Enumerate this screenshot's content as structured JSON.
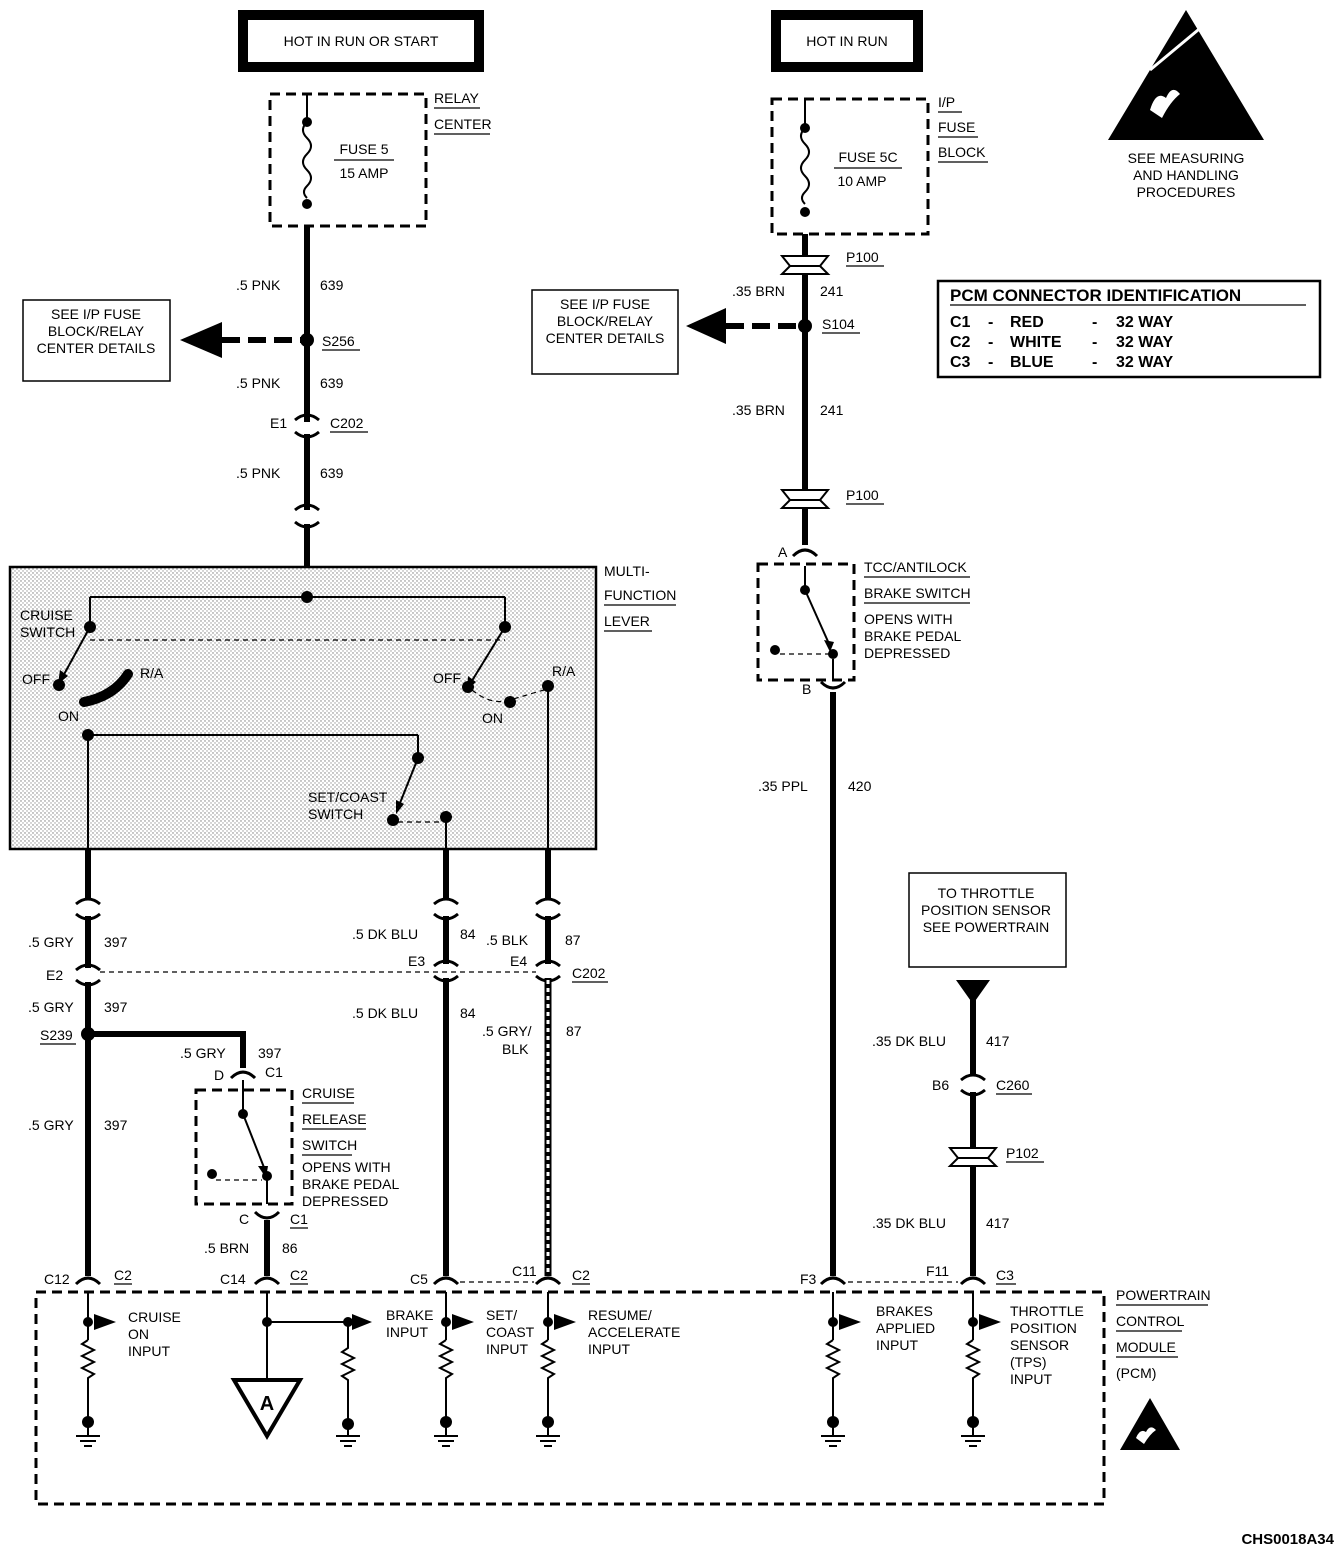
{
  "power": {
    "left_label": "HOT IN RUN OR START",
    "right_label": "HOT IN RUN"
  },
  "esd": {
    "note_line1": "SEE MEASURING",
    "note_line2": "AND HANDLING",
    "note_line3": "PROCEDURES"
  },
  "relay_center": {
    "label_line1": "RELAY",
    "label_line2": "CENTER",
    "fuse_name": "FUSE 5",
    "fuse_rating": "15 AMP"
  },
  "ip_fuse_block": {
    "label_line1": "I/P",
    "label_line2": "FUSE",
    "label_line3": "BLOCK",
    "fuse_name": "FUSE 5C",
    "fuse_rating": "10 AMP"
  },
  "pcm_connector_id": {
    "title": "PCM CONNECTOR IDENTIFICATION",
    "rows": [
      {
        "conn": "C1",
        "dash": "-",
        "color": "RED",
        "dash2": "-",
        "way": "32 WAY"
      },
      {
        "conn": "C2",
        "dash": "-",
        "color": "WHITE",
        "dash2": "-",
        "way": "32 WAY"
      },
      {
        "conn": "C3",
        "dash": "-",
        "color": "BLUE",
        "dash2": "-",
        "way": "32 WAY"
      }
    ]
  },
  "see_details_left": {
    "line1": "SEE I/P FUSE",
    "line2": "BLOCK/RELAY",
    "line3": "CENTER DETAILS"
  },
  "see_details_right": {
    "line1": "SEE I/P FUSE",
    "line2": "BLOCK/RELAY",
    "line3": "CENTER DETAILS"
  },
  "left_feed": {
    "wire1_gauge": ".5 PNK",
    "wire1_circuit": "639",
    "splice": "S256",
    "wire2_gauge": ".5 PNK",
    "wire2_circuit": "639",
    "conn_pin": "E1",
    "conn_name": "C202",
    "wire3_gauge": ".5 PNK",
    "wire3_circuit": "639"
  },
  "right_feed": {
    "p100_top": "P100",
    "wire1_gauge": ".35 BRN",
    "wire1_circuit": "241",
    "splice": "S104",
    "wire2_gauge": ".35 BRN",
    "wire2_circuit": "241",
    "p100_bottom": "P100"
  },
  "tcc_switch": {
    "pin_a": "A",
    "pin_b": "B",
    "label_line1": "TCC/ANTILOCK",
    "label_line2": "BRAKE SWITCH",
    "note_line1": "OPENS WITH",
    "note_line2": "BRAKE PEDAL",
    "note_line3": "DEPRESSED"
  },
  "multifunction": {
    "label_line1": "MULTI-",
    "label_line2": "FUNCTION",
    "label_line3": "LEVER",
    "cruise_switch_line1": "CRUISE",
    "cruise_switch_line2": "SWITCH",
    "off_left": "OFF",
    "ra_left": "R/A",
    "on_left": "ON",
    "off_right": "OFF",
    "ra_right": "R/A",
    "on_right": "ON",
    "set_coast_line1": "SET/COAST",
    "set_coast_line2": "SWITCH"
  },
  "wires_lower": {
    "gry_gauge_a": ".5 GRY",
    "gry_circuit_a": "397",
    "e2": "E2",
    "gry_gauge_b": ".5 GRY",
    "gry_circuit_b": "397",
    "s239": "S239",
    "gry_gauge_c": ".5 GRY",
    "gry_circuit_c": "397",
    "gry_gauge_d": ".5 GRY",
    "gry_circuit_d": "397",
    "dkblu_gauge_a": ".5 DK BLU",
    "dkblu_circuit_a": "84",
    "e3": "E3",
    "dkblu_gauge_b": ".5 DK BLU",
    "dkblu_circuit_b": "84",
    "blk_gauge": ".5 BLK",
    "blk_circuit": "87",
    "e4": "E4",
    "c202": "C202",
    "gryblk_gauge_line1": ".5 GRY/",
    "gryblk_gauge_line2": "BLK",
    "gryblk_circuit": "87",
    "ppl_gauge": ".35 PPL",
    "ppl_circuit": "420",
    "brn_gauge": ".5 BRN",
    "brn_circuit": "86"
  },
  "cruise_release": {
    "pin_d": "D",
    "conn_top": "C1",
    "label_line1": "CRUISE",
    "label_line2": "RELEASE",
    "label_line3": "SWITCH",
    "note_line1": "OPENS WITH",
    "note_line2": "BRAKE PEDAL",
    "note_line3": "DEPRESSED",
    "pin_c": "C",
    "conn_bottom": "C1"
  },
  "tps": {
    "box_line1": "TO THROTTLE",
    "box_line2": "POSITION SENSOR",
    "box_line3": "SEE POWERTRAIN",
    "wire1_gauge": ".35 DK BLU",
    "wire1_circuit": "417",
    "b6": "B6",
    "c260": "C260",
    "p102": "P102",
    "wire2_gauge": ".35 DK BLU",
    "wire2_circuit": "417"
  },
  "pcm": {
    "label_line1": "POWERTRAIN",
    "label_line2": "CONTROL",
    "label_line3": "MODULE",
    "label_line4": "(PCM)",
    "pins": [
      {
        "pin": "C12",
        "conn": "C2"
      },
      {
        "pin": "C14",
        "conn": "C2"
      },
      {
        "pin": "C5",
        "conn": ""
      },
      {
        "pin": "C11",
        "conn": "C2"
      },
      {
        "pin": "F3",
        "conn": ""
      },
      {
        "pin": "F11",
        "conn": "C3"
      }
    ],
    "inputs": [
      {
        "line1": "CRUISE",
        "line2": "ON",
        "line3": "INPUT"
      },
      {
        "line1": "BRAKE",
        "line2": "INPUT"
      },
      {
        "line1": "SET/",
        "line2": "COAST",
        "line3": "INPUT"
      },
      {
        "line1": "RESUME/",
        "line2": "ACCELERATE",
        "line3": "INPUT"
      },
      {
        "line1": "BRAKES",
        "line2": "APPLIED",
        "line3": "INPUT"
      },
      {
        "line1": "THROTTLE",
        "line2": "POSITION",
        "line3": "SENSOR",
        "line4": "(TPS)",
        "line5": "INPUT"
      }
    ],
    "ref_a": "A"
  },
  "figure_id": "CHS0018A34"
}
